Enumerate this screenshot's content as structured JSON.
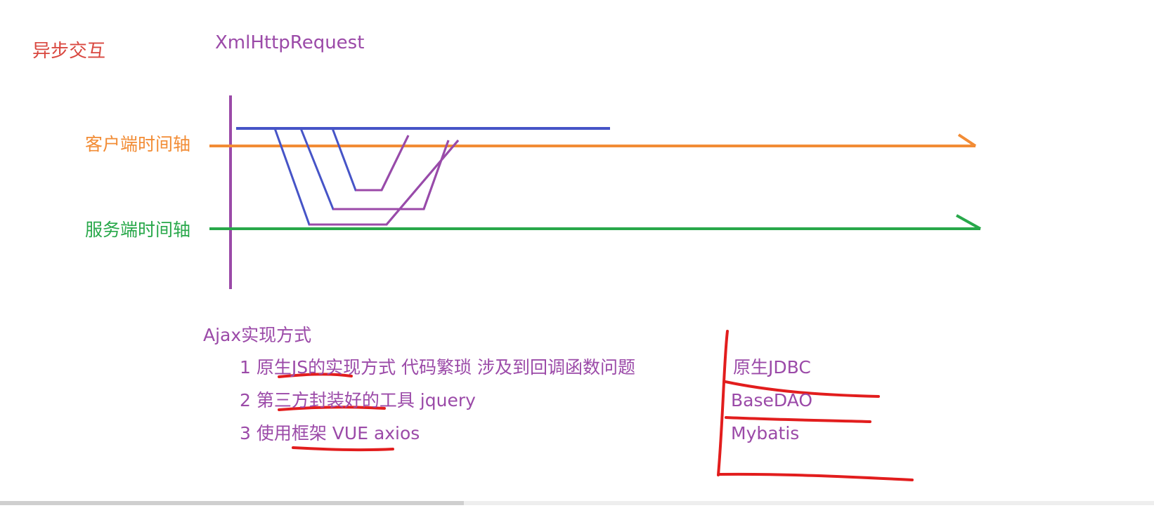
{
  "title": "异步交互",
  "header": "XmlHttpRequest",
  "timeline": {
    "client_label": "客户端时间轴",
    "server_label": "服务端时间轴"
  },
  "ajax": {
    "title": "Ajax实现方式",
    "items": [
      "1 原生JS的实现方式   代码繁琐 涉及到回调函数问题",
      "2 第三方封装好的工具   jquery",
      "3 使用框架    VUE  axios"
    ]
  },
  "comparison": {
    "items": [
      "原生JDBC",
      "BaseDAO",
      "Mybatis"
    ]
  },
  "colors": {
    "title": "#d9473f",
    "purple": "#9b4aa8",
    "client": "#f28c35",
    "server": "#28a84a",
    "blue": "#4654c7",
    "red": "#e21d1d"
  }
}
